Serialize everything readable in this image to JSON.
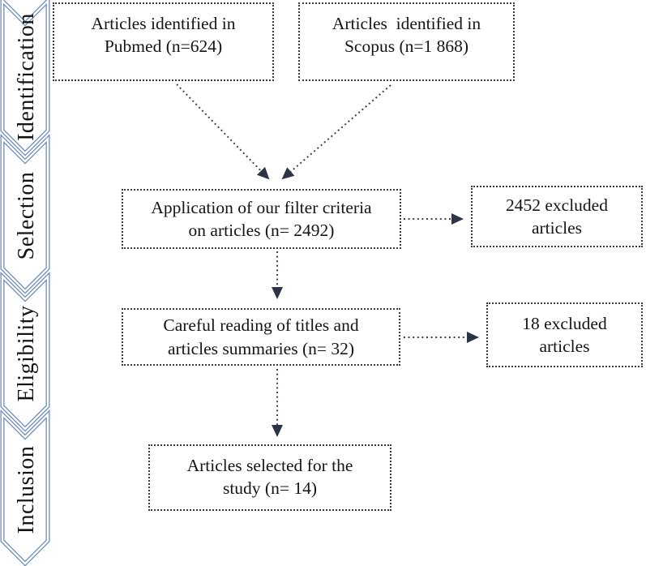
{
  "sidebar": {
    "stages": [
      {
        "label": "Identification"
      },
      {
        "label": "Selection"
      },
      {
        "label": "Eligibility"
      },
      {
        "label": "Inclusion"
      }
    ]
  },
  "boxes": {
    "pubmed": {
      "line1": "Articles identified in",
      "line2": "Pubmed (n=624)"
    },
    "scopus": {
      "line1": "Articles  identified in",
      "line2": "Scopus (n=1 868)"
    },
    "filter": {
      "line1": "Application of our filter criteria",
      "line2": "on articles (n= 2492)"
    },
    "excluded_filter": {
      "line1": "2452 excluded",
      "line2": "articles"
    },
    "reading": {
      "line1": "Careful reading of titles and",
      "line2": "articles summaries (n= 32)"
    },
    "excluded_reading": {
      "line1": "18 excluded",
      "line2": "articles"
    },
    "selected": {
      "line1": "Articles selected for the",
      "line2": "study (n= 14)"
    }
  },
  "colors": {
    "chevron_stroke": "#6b8cb8",
    "arrow_dot": "#3d4250",
    "arrowhead": "#2e3444",
    "box_border": "#383838",
    "text": "#141414",
    "bg": "#ffffff"
  }
}
